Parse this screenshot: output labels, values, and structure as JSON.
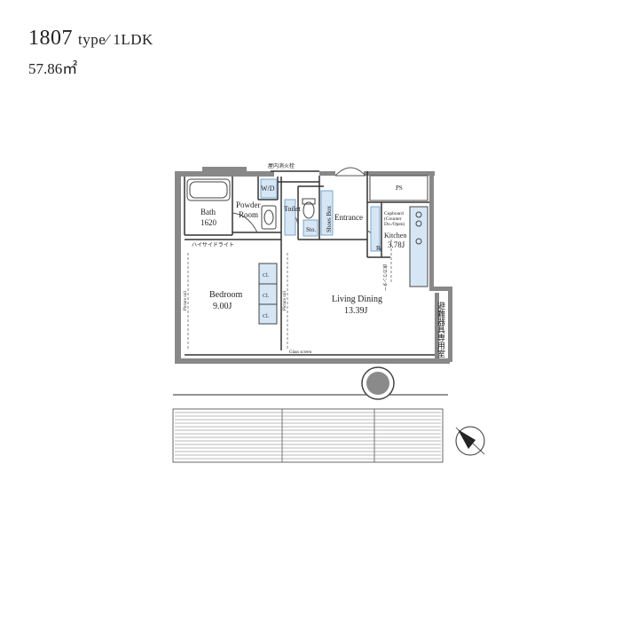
{
  "header": {
    "unit_number": "1807",
    "type_label": "type∕ 1LDK",
    "area": "57.86㎡"
  },
  "rooms": {
    "bath": "Bath",
    "bath_size": "1620",
    "powder_room_1": "Powder",
    "powder_room_2": "Room",
    "wd": "W/D",
    "toilet": "Toilet",
    "shoes_box": "Shoes Box",
    "sto": "Sto.",
    "entrance": "Entrance",
    "ps": "PS",
    "cupboard_1": "Cupboard",
    "cupboard_2": "(Counter",
    "cupboard_3": "Do./Open)",
    "kitchen": "Kitchen",
    "kitchen_size": "3.78J",
    "r_mark": "R",
    "bedroom": "Bedroom",
    "bedroom_size": "9.00J",
    "living": "Living Dining",
    "living_size": "13.39J",
    "closet_1": "Cl.",
    "closet_2": "Cl.",
    "closet_3": "Cl.",
    "picture_rail_1": "Picture rail",
    "picture_rail_2": "Picture rail",
    "glass_screen": "Glass screen",
    "high_side_light": "ハイサイドライト",
    "fire_hydrant": "屋内消火栓",
    "evac_room": "避難器具専用室",
    "counter_note": "床カウンター"
  },
  "colors": {
    "wall": "#777777",
    "line": "#333333",
    "storage_fill": "#d6e6f4",
    "storage_stroke": "#7aa6cc",
    "column": "#8a8a8a"
  },
  "icons": [
    "compass-north-icon",
    "column-icon"
  ]
}
